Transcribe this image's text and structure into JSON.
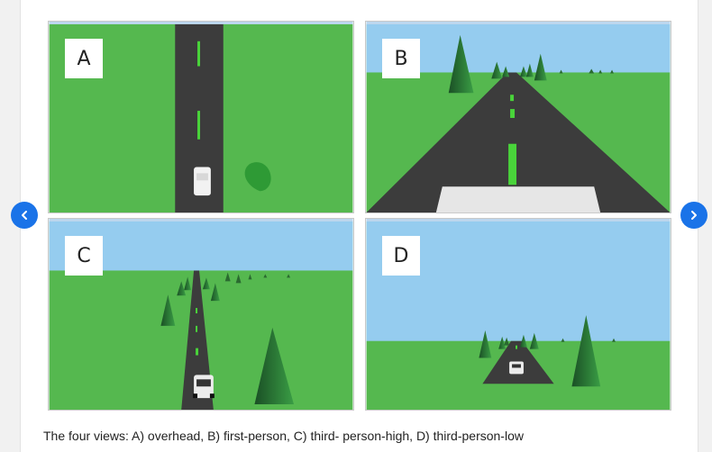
{
  "panels": [
    {
      "letter": "A",
      "view": "overhead"
    },
    {
      "letter": "B",
      "view": "first-person"
    },
    {
      "letter": "C",
      "view": "third-person-high"
    },
    {
      "letter": "D",
      "view": "third-person-low"
    }
  ],
  "caption": "The four views: A) overhead, B) first-person, C) third- person-high, D) third-person-low",
  "carousel": {
    "prev_icon": "chevron-left-icon",
    "next_icon": "chevron-right-icon",
    "accent": "#1a73e8"
  },
  "colors": {
    "grass": "#55b84f",
    "sky": "#95ccef",
    "road": "#3c3c3c",
    "lane": "#49d43a"
  }
}
